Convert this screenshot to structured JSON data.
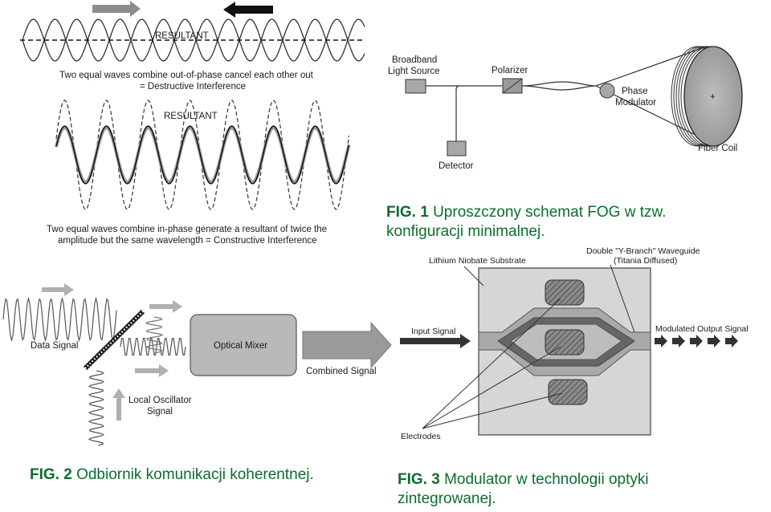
{
  "interference": {
    "top_label": "RESULTANT",
    "top_caption_1": "Two equal waves combine out-of-phase cancel each other out",
    "top_caption_2": "= Destructive Interference",
    "mid_label": "RESULTANT",
    "bottom_caption_1": "Two equal waves combine in-phase generate a resultant of twice the",
    "bottom_caption_2": "amplitude but the same wavelength = Constructive Interference"
  },
  "fog": {
    "source_1": "Broadband",
    "source_2": "Light Source",
    "polarizer": "Polarizer",
    "detector": "Detector",
    "phase_1": "Phase",
    "phase_2": "Modulator",
    "coil": "Fiber Coil",
    "coil_mark": "+",
    "caption_num": "FIG. 1",
    "caption_1": "Uproszczony schemat FOG w tzw.",
    "caption_2": "konfiguracji minimalnej."
  },
  "receiver": {
    "data_signal": "Data Signal",
    "mixer": "Optical Mixer",
    "combined": "Combined Signal",
    "lo_1": "Local Oscillator",
    "lo_2": "Signal",
    "caption_num": "FIG. 2",
    "caption": "Odbiornik komunikacji koherentnej."
  },
  "modulator": {
    "substrate": "Lithium Niobate Substrate",
    "waveguide_1": "Double \"Y-Branch\" Waveguide",
    "waveguide_2": "(Titania Diffused)",
    "input": "Input Signal",
    "output": "Modulated Output Signal",
    "electrodes": "Electrodes",
    "caption_num": "FIG. 3",
    "caption_1": "Modulator w technologii optyki",
    "caption_2": "zintegrowanej."
  }
}
